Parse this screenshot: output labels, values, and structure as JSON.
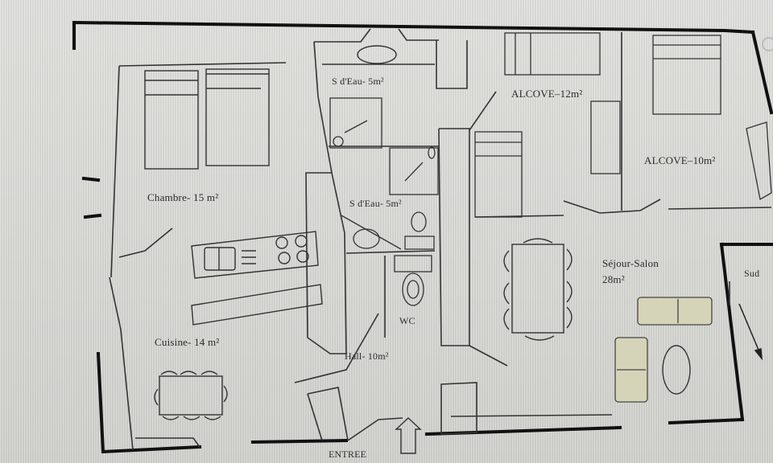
{
  "plan": {
    "rooms": [
      {
        "id": "sdeau1",
        "label": "S d'Eau- 5m²"
      },
      {
        "id": "alcove12",
        "label": "ALCOVE–12m²"
      },
      {
        "id": "alcove10",
        "label": "ALCOVE–10m²"
      },
      {
        "id": "chambre",
        "label": "Chambre- 15 m²"
      },
      {
        "id": "sdeau2",
        "label": "S d'Eau- 5m²"
      },
      {
        "id": "sejour",
        "label": "Séjour-Salon"
      },
      {
        "id": "sejour_area",
        "label": "28m²"
      },
      {
        "id": "cuisine",
        "label": "Cuisine- 14 m²"
      },
      {
        "id": "hall",
        "label": "Hall- 10m²"
      },
      {
        "id": "wc",
        "label": "WC"
      }
    ],
    "orientation_label": "Sud",
    "entrance_label": "ENTREE"
  },
  "colors": {
    "wall": "#111111",
    "line": "#333333",
    "sofa_fill": "#d6d4b8",
    "paper": "#dcdcd8"
  }
}
